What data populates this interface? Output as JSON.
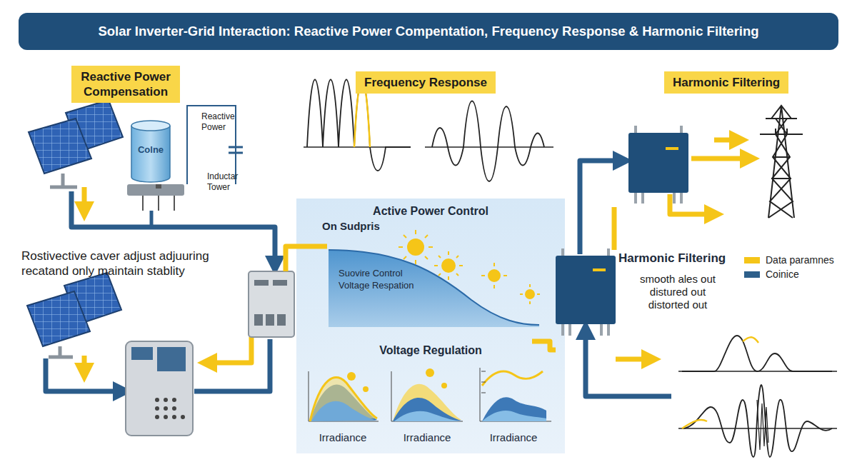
{
  "diagram": {
    "title": "Solar Inverter-Grid Interaction: Reactive Power Compentation, Frequency Response & Harmonic Filtering",
    "nodes": [
      {
        "text": [
          "Reactive Power Compensation"
        ]
      },
      {
        "text": [
          "Frequency Response"
        ]
      },
      {
        "text": [
          "Harmonic Filtering"
        ]
      },
      {
        "text": [
          "Colne"
        ]
      },
      {
        "text": [
          "Active Power Control",
          "On Sudpris",
          "Voltage Regulation"
        ]
      },
      {
        "text": [
          "Suovire Control",
          "Voltage Respation"
        ],
        "in": 4
      },
      {
        "text": [
          "Irradiance"
        ],
        "in": 4
      },
      {
        "text": [
          "Irradiance"
        ],
        "in": 4
      },
      {
        "text": [
          "Irradiance"
        ],
        "in": 4
      }
    ],
    "labels": [
      "Reactive Power",
      "Inductar Tower",
      "Rostivective caver adjust adjuuring recatand only maintain stablity",
      "Harmonic Filtering",
      "smooth ales out distured out distorted out"
    ],
    "legend": [
      {
        "text": "Data paramnes",
        "color": "#f5c518"
      },
      {
        "text": "Coinice",
        "color": "#2d5f8a"
      }
    ]
  }
}
